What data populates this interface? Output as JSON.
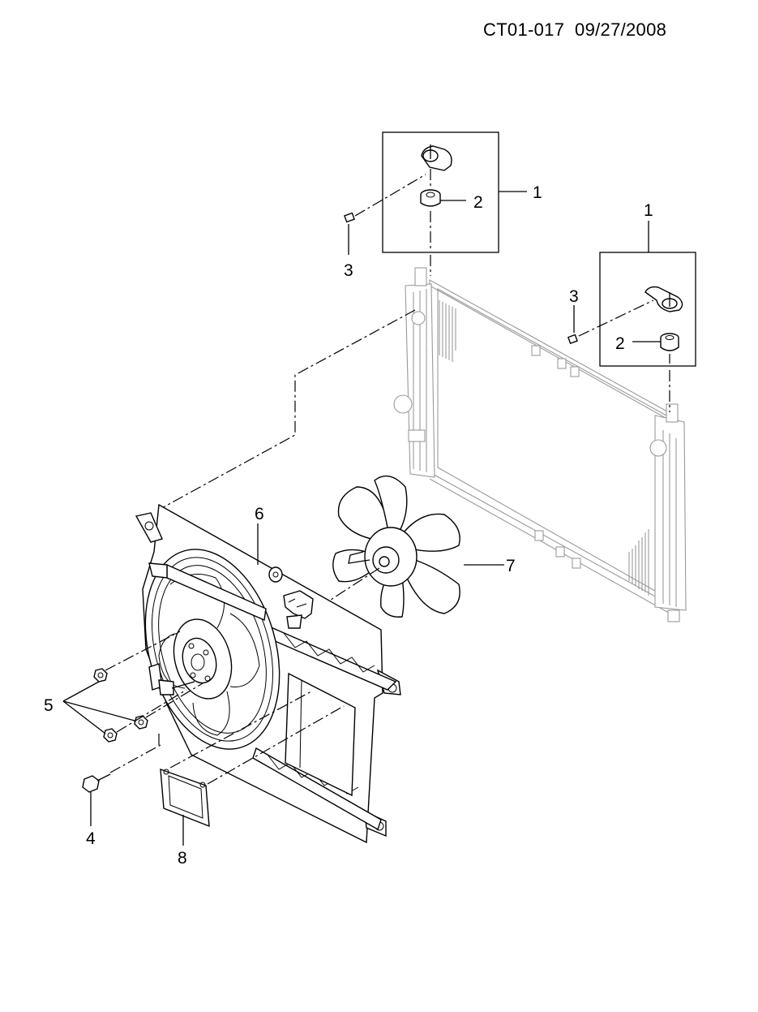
{
  "header": {
    "code": "CT01-017  09/27/2008"
  },
  "callouts": {
    "bracket_top": "1",
    "bracket_right": "1",
    "insulator_top": "2",
    "insulator_right": "2",
    "bolt_top": "3",
    "bolt_right": "3",
    "shroud_bolt": "4",
    "nuts": "5",
    "fan_shroud": "6",
    "fan_blade": "7",
    "seal": "8"
  },
  "parts": [
    {
      "ref": "1",
      "name": "bracket"
    },
    {
      "ref": "2",
      "name": "insulator"
    },
    {
      "ref": "3",
      "name": "bolt"
    },
    {
      "ref": "4",
      "name": "bolt"
    },
    {
      "ref": "5",
      "name": "nut"
    },
    {
      "ref": "6",
      "name": "fan-shroud-assembly"
    },
    {
      "ref": "7",
      "name": "fan-blade"
    },
    {
      "ref": "8",
      "name": "seal"
    }
  ]
}
